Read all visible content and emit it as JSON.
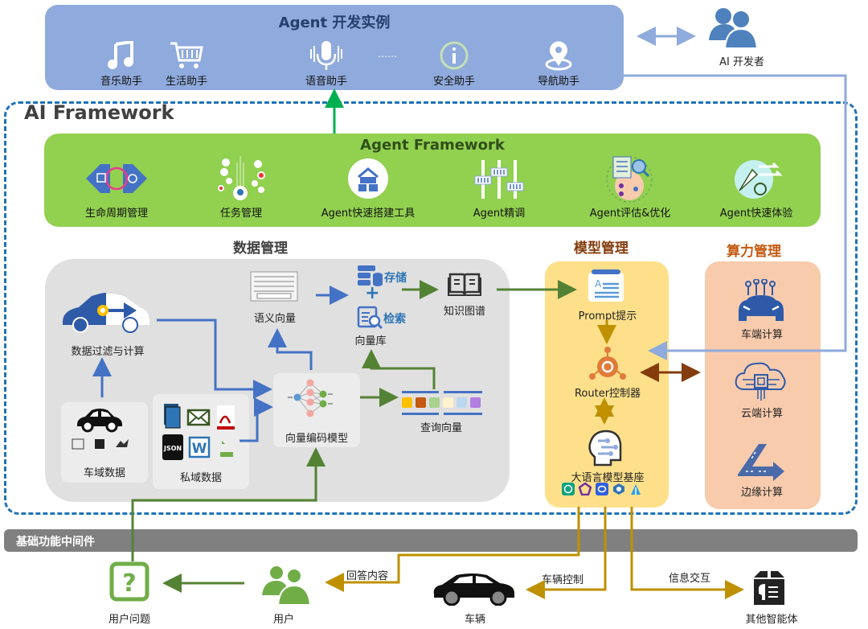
{
  "dev_examples": {
    "title": "Agent 开发实例",
    "items": [
      {
        "label": "音乐助手",
        "icon": "music-note-icon"
      },
      {
        "label": "生活助手",
        "icon": "shopping-cart-icon"
      },
      {
        "label": "语音助手",
        "icon": "microphone-icon"
      },
      {
        "label": "安全助手",
        "icon": "info-icon"
      },
      {
        "label": "导航助手",
        "icon": "location-pin-icon"
      }
    ],
    "ellipsis": "……"
  },
  "ai_developer": {
    "label": "AI 开发者",
    "icon": "users-icon"
  },
  "ai_framework": {
    "title": "AI Framework"
  },
  "agent_framework": {
    "title": "Agent Framework",
    "items": [
      {
        "label": "生命周期管理",
        "icon": "lifecycle-icon"
      },
      {
        "label": "任务管理",
        "icon": "task-tree-icon"
      },
      {
        "label": "Agent快速搭建工具",
        "icon": "build-tool-icon"
      },
      {
        "label": "Agent精调",
        "icon": "sliders-icon"
      },
      {
        "label": "Agent评估&优化",
        "icon": "evaluate-icon"
      },
      {
        "label": "Agent快速体验",
        "icon": "rocket-icon"
      }
    ]
  },
  "data_management": {
    "title": "数据管理",
    "filter": "数据过滤与计算",
    "vehicle_data": "车域数据",
    "private_data": "私域数据",
    "private_data_json": "JSON",
    "private_data_word": "W",
    "semantic_vector": "语义向量",
    "storage": "存储",
    "retrieval": "检索",
    "plus": "+",
    "vector_db": "向量库",
    "knowledge_graph": "知识图谱",
    "encoder_model": "向量编码模型",
    "query_vector": "查询向量",
    "query_vector_colors": [
      "#ffc000",
      "#c55a11",
      "#a9d18e",
      "#fff2cc",
      "#bdd7ee",
      "#b27ee0"
    ]
  },
  "model_management": {
    "title": "模型管理",
    "prompt": "Prompt提示",
    "router": "Router控制器",
    "llm_base": "大语言模型基座",
    "llm_logos": [
      "chatgpt-logo-icon",
      "model-logo-2-icon",
      "model-logo-3-icon",
      "model-logo-4-icon",
      "model-logo-5-icon"
    ]
  },
  "compute_management": {
    "title": "算力管理",
    "items": [
      {
        "label": "车端计算",
        "icon": "car-chip-icon"
      },
      {
        "label": "云端计算",
        "icon": "cloud-chip-icon"
      },
      {
        "label": "边缘计算",
        "icon": "edge-road-icon"
      }
    ]
  },
  "middleware": {
    "label": "基础功能中间件"
  },
  "bottom": {
    "user_question": "用户问题",
    "user": "用户",
    "answer": "回答内容",
    "vehicle": "车辆",
    "vehicle_control": "车辆控制",
    "info_exchange": "信息交互",
    "other_agents": "其他智能体"
  },
  "colors": {
    "blue_arrow": "#4472c4",
    "green_arrow": "#548235",
    "gold_arrow": "#bf9000",
    "brown_arrow": "#843c0c",
    "light_blue_line": "#8faadc",
    "frame_dash": "#1f73b7"
  }
}
